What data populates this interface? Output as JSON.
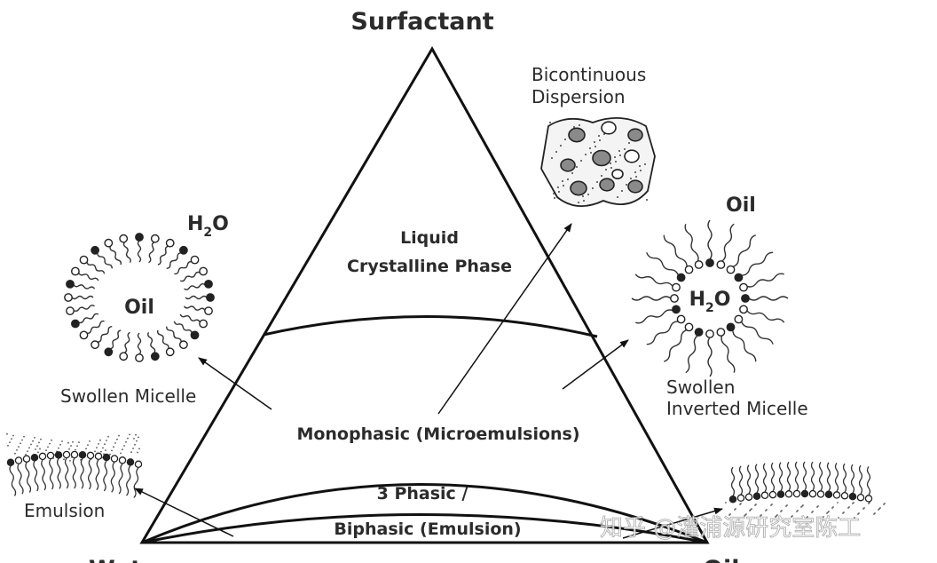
{
  "vertices": {
    "top": "Surfactant",
    "left": "Water",
    "right": "Oil"
  },
  "regions": {
    "liquid_crystalline_line1": "Liquid",
    "liquid_crystalline_line2": "Crystalline Phase",
    "monophasic": "Monophasic (Microemulsions)",
    "three_phasic": "3 Phasic /",
    "biphasic": "Biphasic (Emulsion)"
  },
  "structures": {
    "bicontinuous_line1": "Bicontinuous",
    "bicontinuous_line2": "Dispersion",
    "swollen_micelle_label": "Swollen Micelle",
    "swollen_micelle_outer_h": "H",
    "swollen_micelle_outer_sub": "2",
    "swollen_micelle_outer_o": "O",
    "swollen_micelle_core": "Oil",
    "inverted_micelle_outer": "Oil",
    "inverted_micelle_core_h": "H",
    "inverted_micelle_core_sub": "2",
    "inverted_micelle_core_o": "O",
    "inverted_micelle_line1": "Swollen",
    "inverted_micelle_line2": "Inverted Micelle",
    "emulsion_label": "Emulsion"
  },
  "watermark": "知乎 @灌浦源研究室陈工",
  "colors": {
    "line": "#111111",
    "text": "#2b2b2b",
    "background": "#ffffff"
  }
}
